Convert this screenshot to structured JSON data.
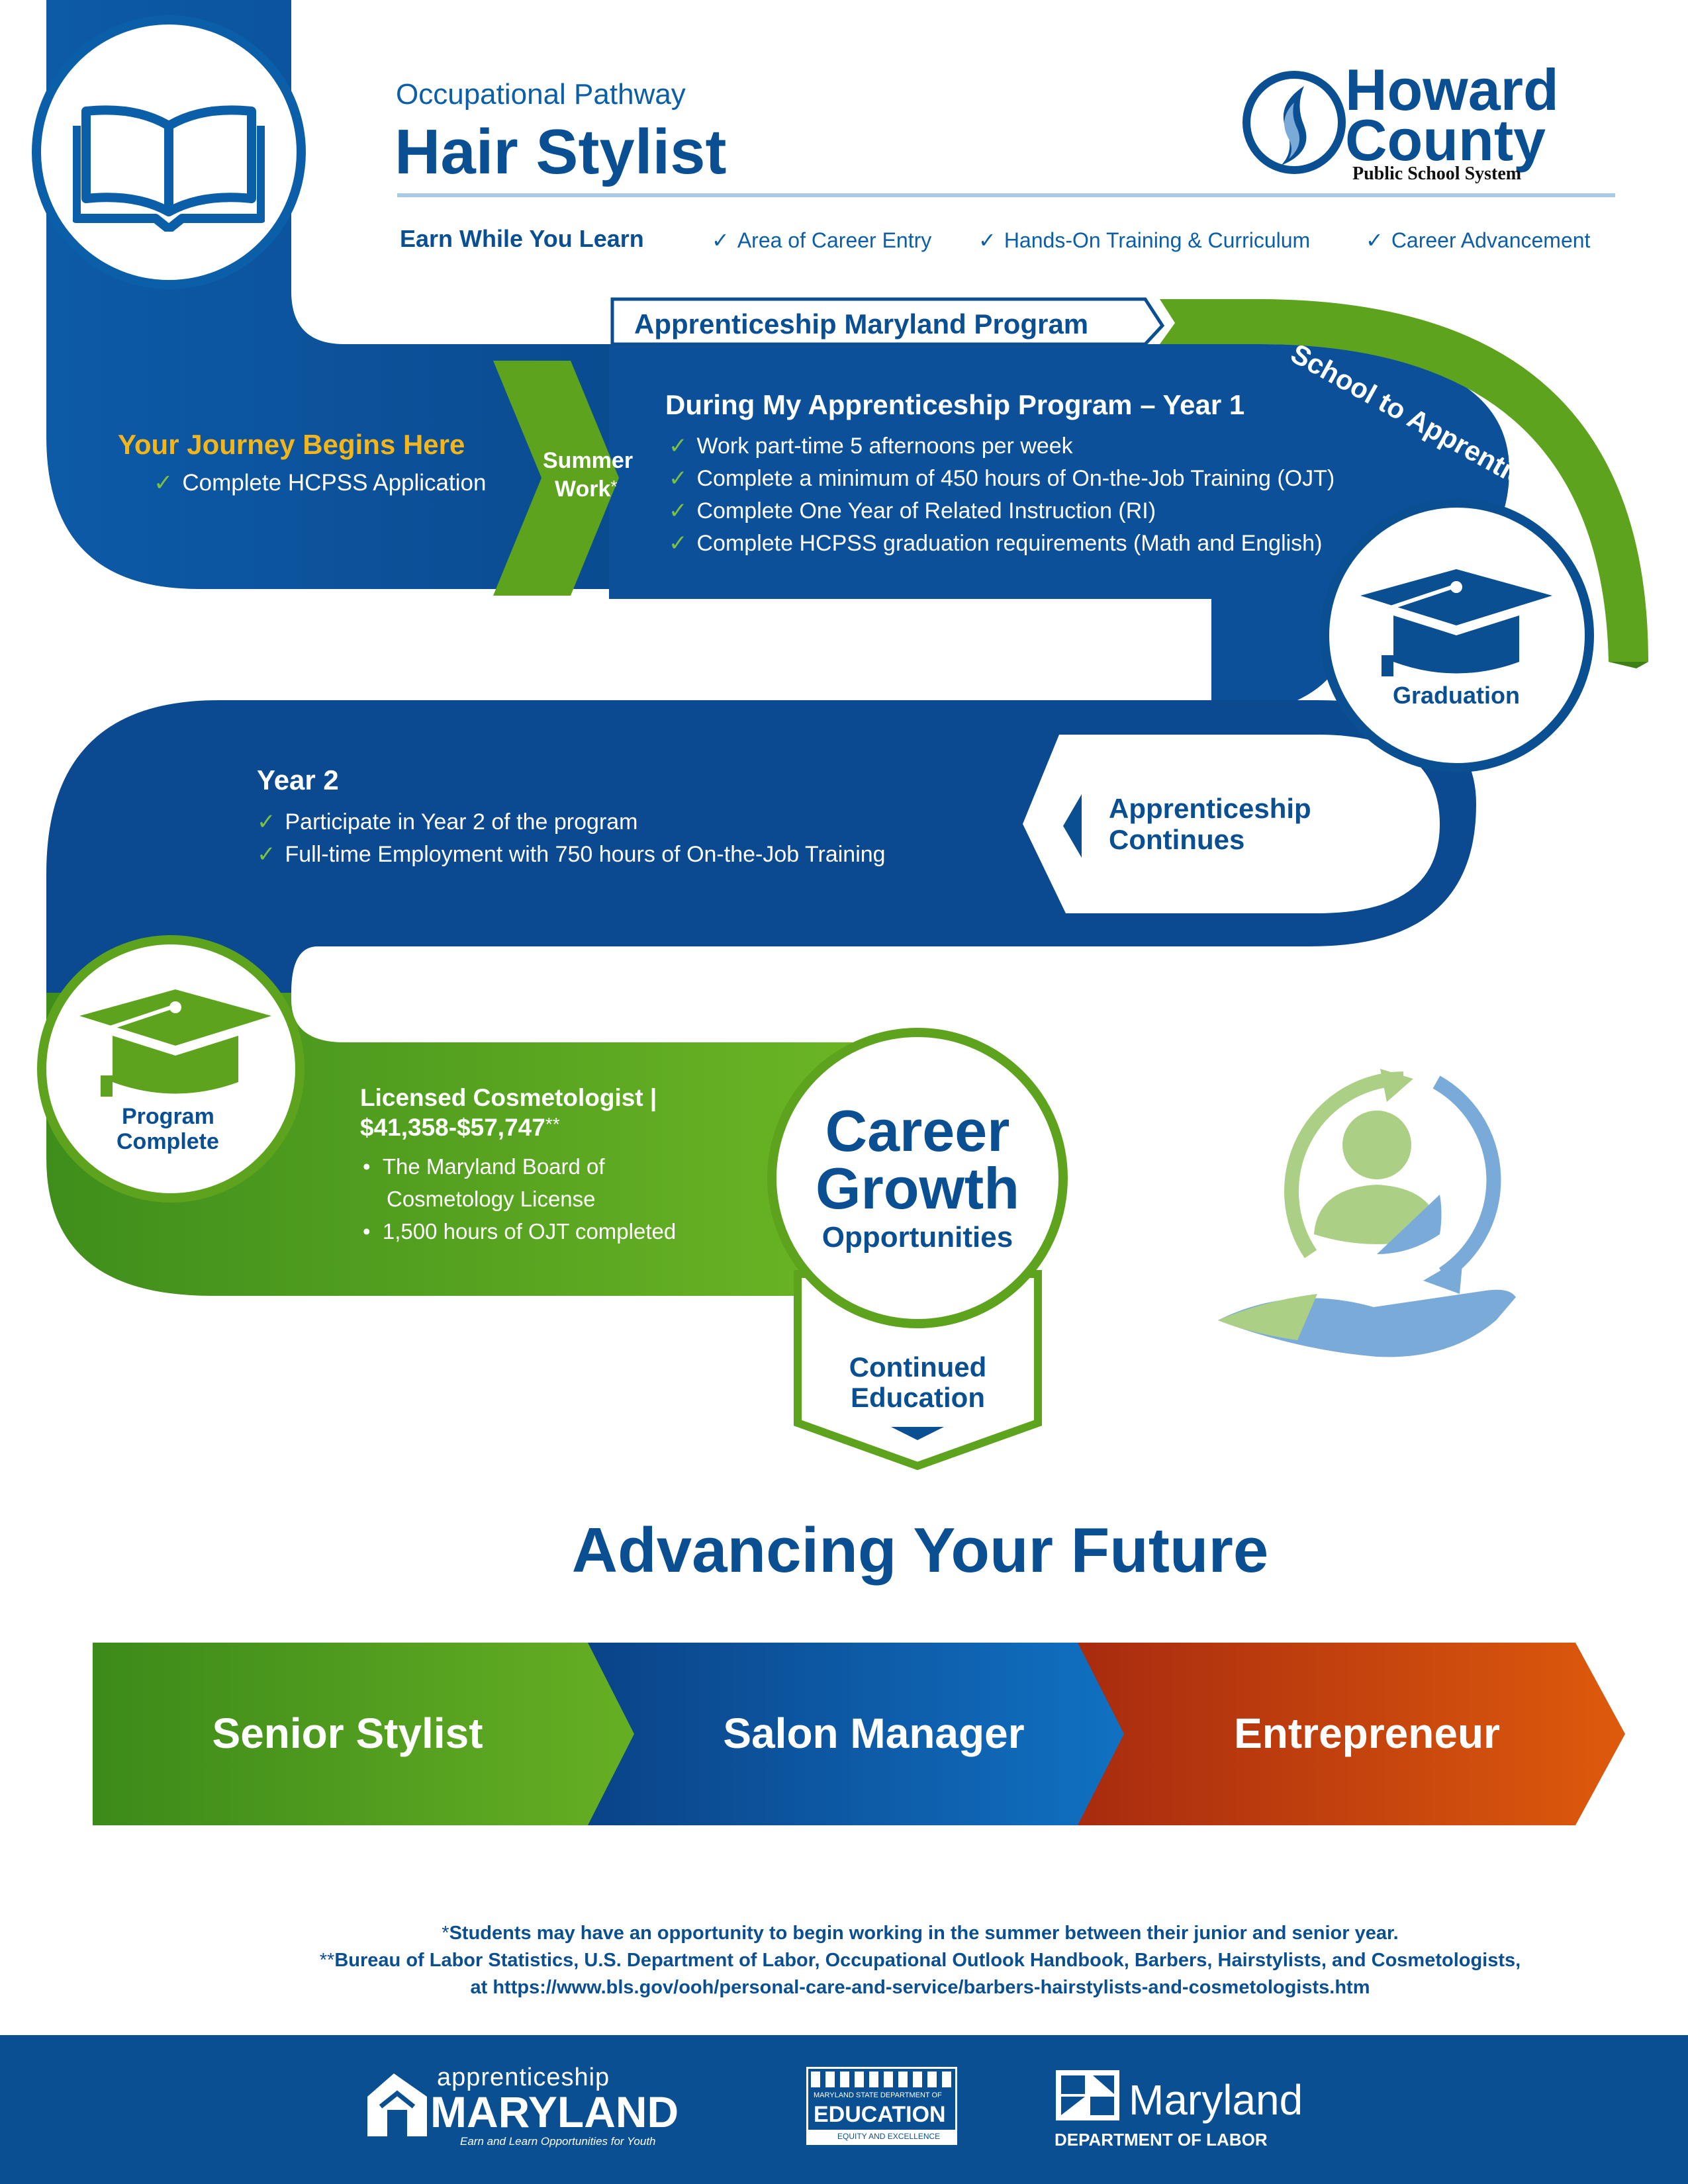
{
  "header": {
    "subtitle": "Occupational Pathway",
    "title": "Hair Stylist",
    "logo": {
      "name": "Howard",
      "name2": "County",
      "tagline": "Public School System"
    },
    "features": [
      {
        "label": "Earn While You Learn"
      },
      {
        "label": "Area of Career Entry"
      },
      {
        "label": "Hands-On Training & Curriculum"
      },
      {
        "label": "Career Advancement"
      }
    ]
  },
  "program": {
    "banner": "Apprenticeship Maryland Program",
    "ribbon": "School to Apprentice"
  },
  "journey": {
    "title": "Your Journey Begins Here",
    "item": "Complete HCPSS Application"
  },
  "summer": {
    "line1": "Summer",
    "line2": "Work",
    "mark": "*"
  },
  "year1": {
    "title": "During My Apprenticeship Program – Year 1",
    "items": [
      "Work part-time 5 afternoons per week",
      "Complete a minimum of 450 hours of On-the-Job Training (OJT)",
      "Complete One Year of Related Instruction (RI)",
      "Complete HCPSS graduation requirements (Math and English)"
    ]
  },
  "graduation": {
    "label": "Graduation"
  },
  "continues": {
    "line1": "Apprenticeship",
    "line2": "Continues"
  },
  "year2": {
    "title": "Year 2",
    "items": [
      "Participate in Year 2 of the program",
      "Full-time Employment with 750 hours of On-the-Job Training"
    ]
  },
  "complete": {
    "line1": "Program",
    "line2": "Complete"
  },
  "licensed": {
    "title": "Licensed Cosmetologist |",
    "salary": "$41,358-$57,747",
    "salary_mark": "**",
    "items": [
      "The Maryland Board of Cosmetology License",
      "1,500 hours of OJT completed"
    ]
  },
  "growth": {
    "line1": "Career",
    "line2": "Growth",
    "line3": "Opportunities"
  },
  "education": {
    "line1": "Continued",
    "line2": "Education"
  },
  "advancing": {
    "title": "Advancing Your Future",
    "steps": [
      {
        "label": "Senior Stylist",
        "color": "#5ea31e"
      },
      {
        "label": "Salon Manager",
        "color": "#0d5aa7"
      },
      {
        "label": "Entrepreneur",
        "color": "#c9470e"
      }
    ]
  },
  "footnotes": {
    "line1_mark": "*",
    "line1": "Students may have an opportunity to begin working in the summer between their junior and senior year.",
    "line2_mark": "**",
    "line2": "Bureau of Labor Statistics, U.S. Department of Labor, Occupational Outlook Handbook, Barbers, Hairstylists, and Cosmetologists,",
    "line3": "at https://www.bls.gov/ooh/personal-care-and-service/barbers-hairstylists-and-cosmetologists.htm"
  },
  "footer": {
    "apprenticeship": {
      "top": "apprenticeship",
      "main": "MARYLAND",
      "tagline": "Earn and Learn Opportunities for Youth"
    },
    "msde": {
      "top": "MARYLAND STATE DEPARTMENT OF",
      "main": "EDUCATION",
      "tagline": "EQUITY AND EXCELLENCE"
    },
    "labor": {
      "main": "Maryland",
      "sub": "DEPARTMENT OF LABOR"
    }
  },
  "colors": {
    "navy": "#0b4f93",
    "blue": "#0d5aa7",
    "green": "#5ea31e",
    "light_green": "#7ac143",
    "orange": "#c9470e",
    "gold": "#f2b51b"
  }
}
